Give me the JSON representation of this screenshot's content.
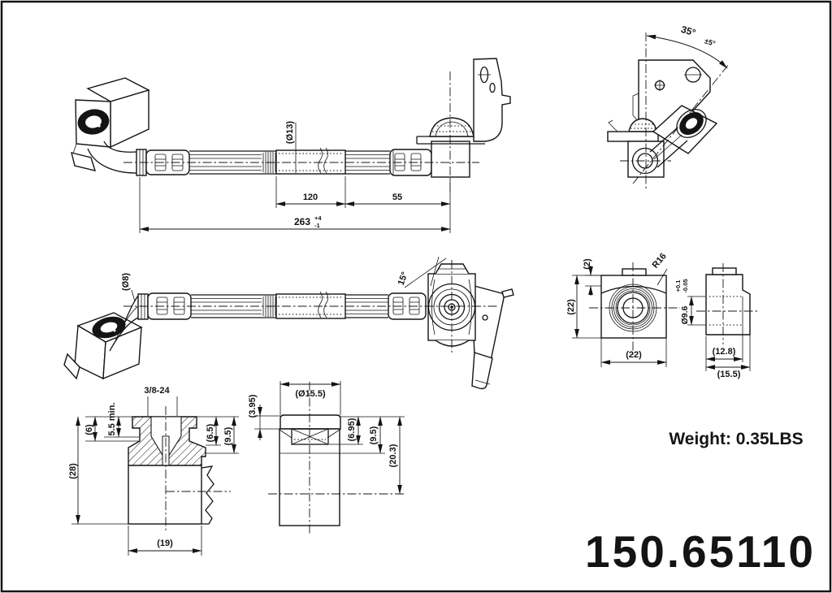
{
  "drawing": {
    "weight": "Weight: 0.35LBS",
    "part_number": "150.65110",
    "ink_color": "#141414",
    "background_color": "#ffffff",
    "views": {
      "top": {
        "hose_od": "(Ø13)",
        "sleeve_len": "120",
        "end_len": "55",
        "total_len": "263",
        "total_tol_plus": "+4",
        "total_tol_minus": "-1"
      },
      "bracket_side": {
        "angle": "35°",
        "angle_tol": "±5°"
      },
      "middle": {
        "hose_od": "(Ø8)",
        "clip_angle": "15°"
      },
      "block_front": {
        "arc_offset": "(2)",
        "height": "(22)",
        "width": "(22)",
        "corner_radius": "R16"
      },
      "block_side": {
        "bore_dia": "Ø9.6",
        "bore_tol_plus": "+0.1",
        "bore_tol_minus": "-0.05",
        "upper_width": "(12.8)",
        "overall_width": "(15.5)"
      },
      "fitting_section": {
        "thread": "3/8-24",
        "thread_depth": "5.5 min.",
        "hex_height": "(6)",
        "overall_height": "(28)",
        "seat_depth": "(6.5)",
        "bore_depth": "(9.5)",
        "body_width": "(19)"
      },
      "sleeve_end": {
        "od": "(Ø15.5)",
        "cap_height": "(3.95)",
        "inner_depth": "(6.95)",
        "shoulder_depth": "(9.5)",
        "overall_depth": "(20.3)"
      }
    }
  }
}
